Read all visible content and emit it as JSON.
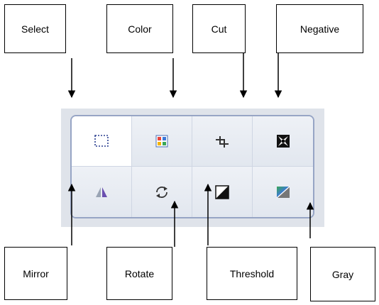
{
  "labels": {
    "select": "Select",
    "color": "Color",
    "cut": "Cut",
    "negative": "Negative",
    "mirror": "Mirror",
    "rotate": "Rotate",
    "threshold": "Threshold",
    "gray": "Gray"
  },
  "toolbar": {
    "tools": [
      {
        "name": "select",
        "icon": "dashed-selection-icon",
        "active": true
      },
      {
        "name": "color",
        "icon": "color-grid-icon",
        "active": false
      },
      {
        "name": "cut",
        "icon": "crop-icon",
        "active": false
      },
      {
        "name": "negative",
        "icon": "negative-pattern-icon",
        "active": false
      },
      {
        "name": "mirror",
        "icon": "mirror-triangles-icon",
        "active": false
      },
      {
        "name": "rotate",
        "icon": "rotate-arrows-icon",
        "active": false
      },
      {
        "name": "threshold",
        "icon": "threshold-icon",
        "active": false
      },
      {
        "name": "gray",
        "icon": "gray-gradient-icon",
        "active": false
      }
    ]
  },
  "colors": {
    "frame_border": "#97a5c5",
    "toolbar_bg": "#dfe3ea",
    "select_dash": "#2a3f8f",
    "mirror_left": "#9aa5b5",
    "mirror_right": "#6a4fb0"
  }
}
